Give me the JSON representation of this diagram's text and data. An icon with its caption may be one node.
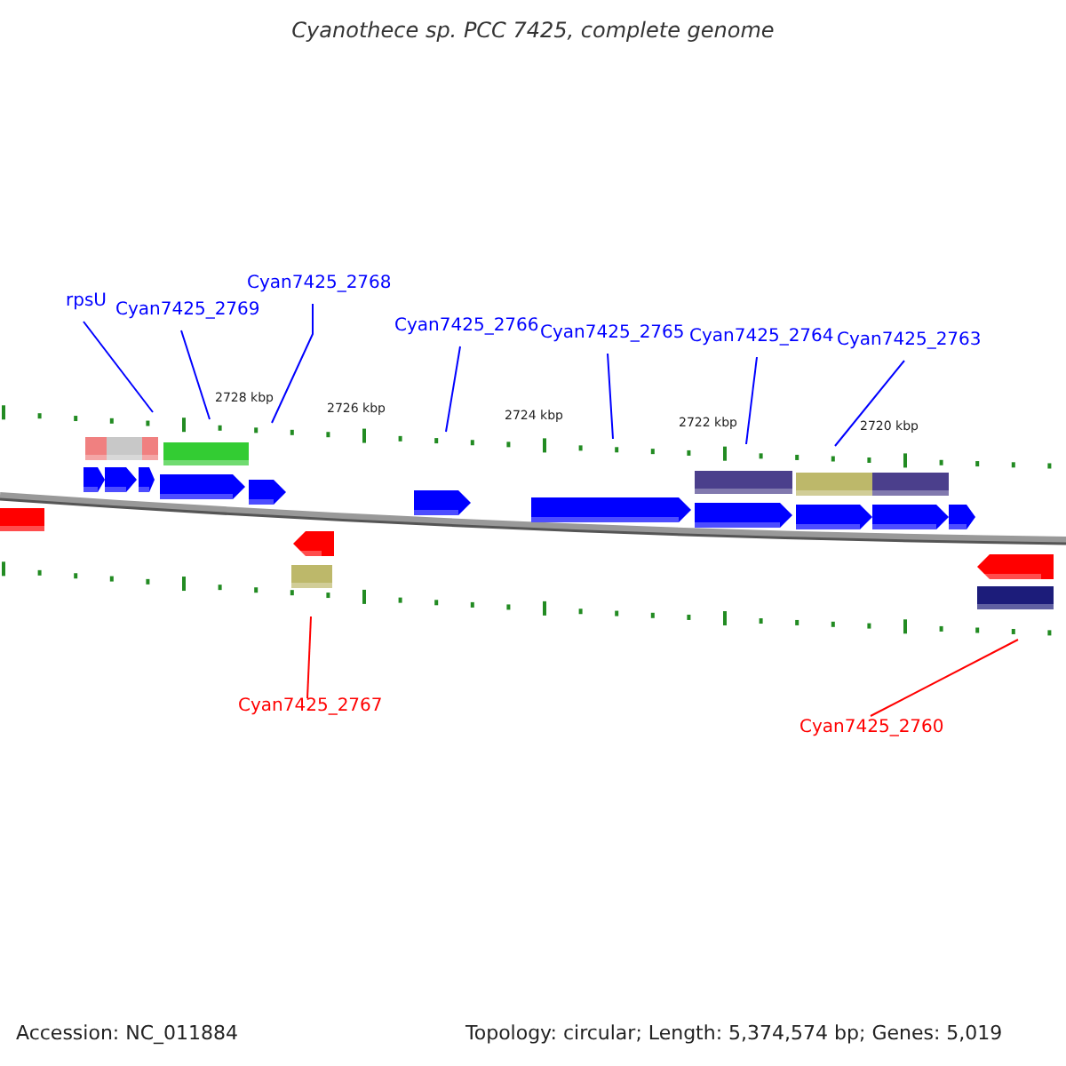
{
  "diagram": {
    "title": "Cyanothece sp. PCC 7425, complete genome",
    "nodes": [
      {
        "text": [
          "rpsU"
        ]
      },
      {
        "text": [
          "Cyan7425_2769"
        ]
      },
      {
        "text": [
          "Cyan7425_2768"
        ]
      },
      {
        "text": [
          "Cyan7425_2766"
        ]
      },
      {
        "text": [
          "Cyan7425_2765"
        ]
      },
      {
        "text": [
          "Cyan7425_2764"
        ]
      },
      {
        "text": [
          "Cyan7425_2763"
        ]
      },
      {
        "text": [
          "Cyan7425_2767"
        ]
      },
      {
        "text": [
          "Cyan7425_2760"
        ]
      }
    ],
    "edges": [
      {
        "from": 0,
        "to": null,
        "arrow": "none"
      },
      {
        "from": 1,
        "to": null,
        "arrow": "none"
      },
      {
        "from": 2,
        "to": null,
        "arrow": "none"
      },
      {
        "from": 3,
        "to": null,
        "arrow": "none"
      },
      {
        "from": 4,
        "to": null,
        "arrow": "none"
      },
      {
        "from": 5,
        "to": null,
        "arrow": "none"
      },
      {
        "from": 6,
        "to": null,
        "arrow": "none"
      },
      {
        "from": 7,
        "to": null,
        "arrow": "none",
        "color": "#ff0000"
      },
      {
        "from": 8,
        "to": null,
        "arrow": "none",
        "color": "#ff0000"
      }
    ],
    "labels": [
      "2728 kbp",
      "2726 kbp",
      "2724 kbp",
      "2722 kbp",
      "2720 kbp",
      "Accession: NC_011884",
      "Topology: circular; Length: 5,374,574 bp; Genes: 5,019"
    ]
  }
}
